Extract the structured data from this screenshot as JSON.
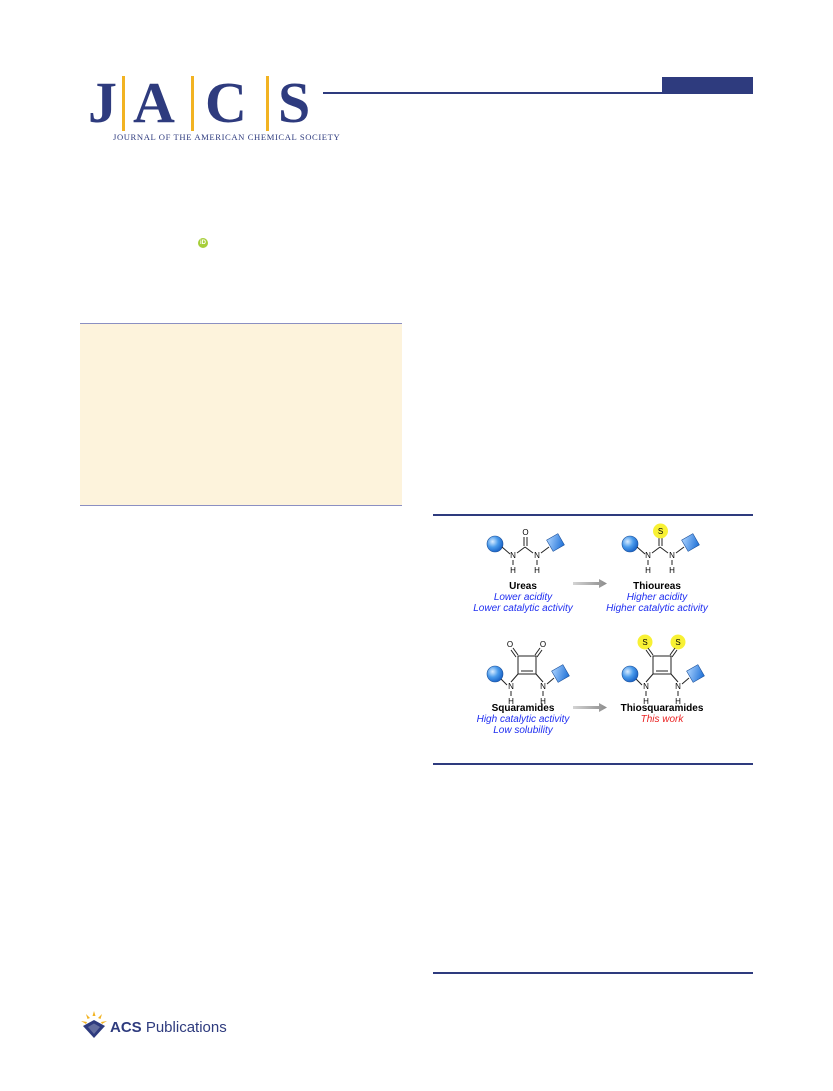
{
  "masthead": {
    "letters": [
      "J",
      "A",
      "C",
      "S"
    ],
    "subtitle": "JOURNAL OF THE AMERICAN CHEMICAL SOCIETY"
  },
  "orcid": {
    "label": "iD"
  },
  "figure": {
    "atoms": {
      "O": "O",
      "S": "S",
      "N": "N",
      "H": "H"
    },
    "ureas": {
      "title": "Ureas",
      "line1": "Lower acidity",
      "line2": "Lower catalytic activity"
    },
    "thioureas": {
      "title": "Thioureas",
      "line1": "Higher acidity",
      "line2": "Higher catalytic activity"
    },
    "squaramides": {
      "title": "Squaramides",
      "line1": "High catalytic activity",
      "line2": "Low solubility"
    },
    "thiosquaramides": {
      "title": "Thiosquaramides",
      "line1": "This work"
    }
  },
  "footer": {
    "publisher_bold": "ACS",
    "publisher_rest": " Publications"
  },
  "colors": {
    "brand": "#2e3b7e",
    "accent": "#f2b322",
    "abstract_bg": "#fdf3dc",
    "highlight": "#f7f01e",
    "label_blue": "#1f2ef0",
    "label_red": "#ea2222"
  }
}
